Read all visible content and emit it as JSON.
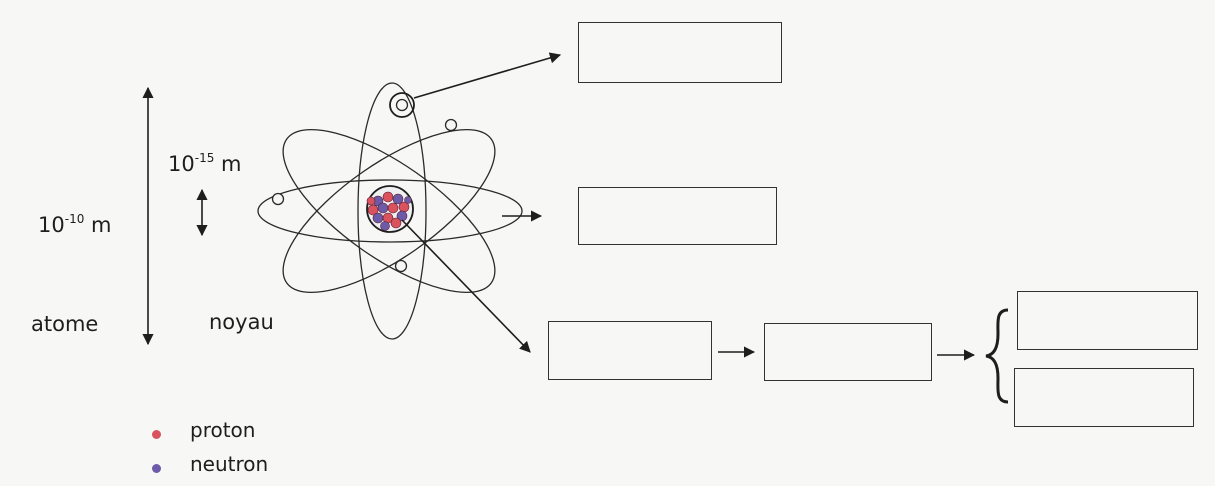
{
  "labels": {
    "atom_size_base": "10",
    "atom_size_exp": "-10",
    "atom_size_unit": " m",
    "nucleus_size_base": "10",
    "nucleus_size_exp": "-15",
    "nucleus_size_unit": " m",
    "atom": "atome",
    "nucleus": "noyau"
  },
  "legend": [
    {
      "label": "proton",
      "color": "#d9525e"
    },
    {
      "label": "neutron",
      "color": "#6d5aa8"
    }
  ],
  "answer_boxes": [
    "",
    "",
    "",
    "",
    "",
    ""
  ],
  "colors": {
    "ink": "#1e1e1e",
    "proton": "#d9525e",
    "neutron": "#6d5aa8",
    "paper": "#f7f7f5"
  }
}
